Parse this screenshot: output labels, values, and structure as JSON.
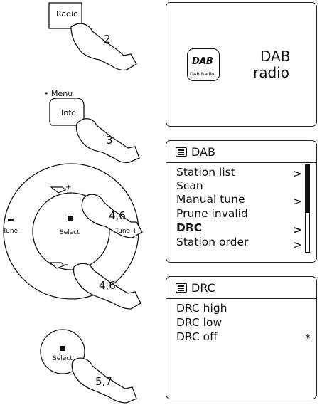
{
  "steps": {
    "radio_button_label": "Radio",
    "radio_step": "2",
    "menu_label": "• Menu",
    "info_button_label": "Info",
    "info_step": "3",
    "dial_tune_minus": "Tune –",
    "dial_tune_plus": "Tune +",
    "dial_select": "Select",
    "dial_step_up": "4,6",
    "dial_step_down": "4,6",
    "select_button_label": "Select",
    "select_step": "5,7"
  },
  "screen1": {
    "logo_text": "DAB",
    "logo_sub": "DAB Radio",
    "title_line1": "DAB",
    "title_line2": "radio"
  },
  "screen2": {
    "header": "DAB",
    "items": [
      {
        "label": "Station list",
        "arrow": ">"
      },
      {
        "label": "Scan",
        "arrow": ""
      },
      {
        "label": "Manual tune",
        "arrow": ">"
      },
      {
        "label": "Prune invalid",
        "arrow": ""
      },
      {
        "label": "DRC",
        "arrow": ">"
      },
      {
        "label": "Station order",
        "arrow": ">"
      }
    ],
    "scroll_fraction": 0.55
  },
  "screen3": {
    "header": "DRC",
    "items": [
      {
        "label": "DRC high",
        "mark": ""
      },
      {
        "label": "DRC low",
        "mark": ""
      },
      {
        "label": "DRC off",
        "mark": "*"
      }
    ]
  },
  "colors": {
    "ink": "#111111",
    "hand_fill": "#ffffff"
  }
}
